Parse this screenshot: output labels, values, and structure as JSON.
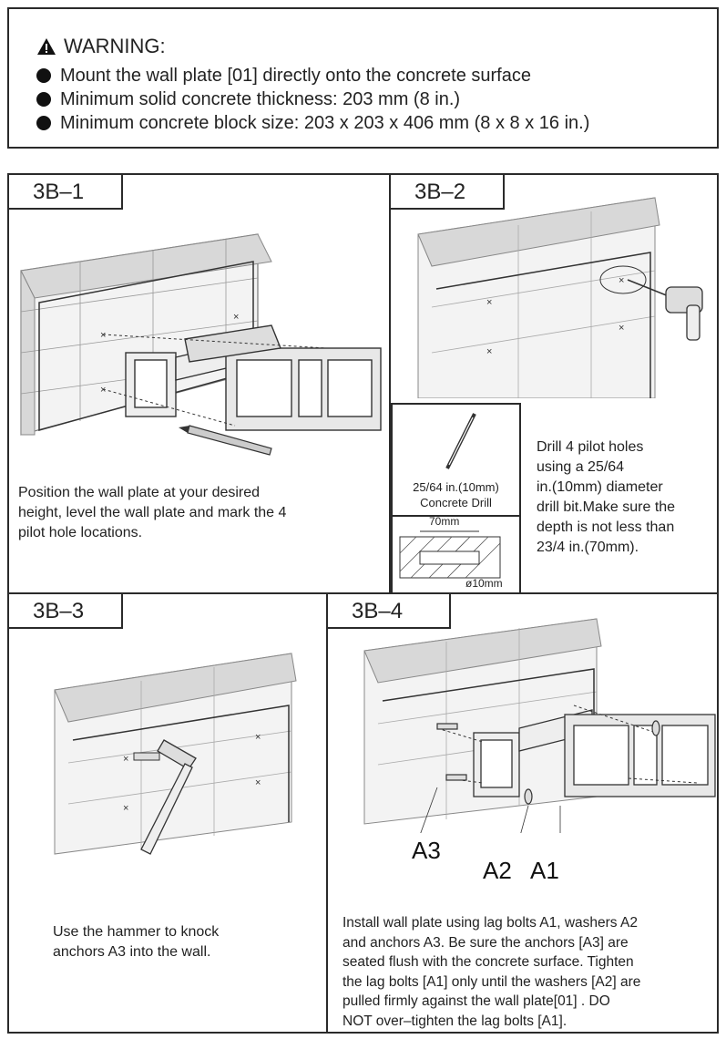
{
  "warning": {
    "title": "WARNING:",
    "items": [
      "Mount the wall plate [01] directly onto the concrete surface",
      "Minimum solid concrete thickness: 203 mm (8 in.)",
      "Minimum concrete block size: 203 x 203 x 406 mm (8 x 8 x 16 in.)"
    ]
  },
  "steps": {
    "s1": {
      "tag": "3B–1",
      "caption": [
        "Position the wall plate at your desired",
        "height, level the wall plate and mark the 4",
        "pilot hole locations."
      ]
    },
    "s2": {
      "tag": "3B–2",
      "drill_label_1": "25/64 in.(10mm)",
      "drill_label_2": "Concrete Drill",
      "depth_label": "70mm",
      "diameter_label": "ø10mm",
      "caption": [
        "Drill 4 pilot holes",
        "using a 25/64",
        "in.(10mm) diameter",
        "drill bit.Make sure the",
        "depth is not less than",
        "23/4 in.(70mm)."
      ]
    },
    "s3": {
      "tag": "3B–3",
      "caption": [
        "Use the hammer to knock",
        "anchors A3 into the wall."
      ]
    },
    "s4": {
      "tag": "3B–4",
      "labels": {
        "a3": "A3",
        "a2": "A2",
        "a1": "A1"
      },
      "caption": [
        "Install wall plate using lag bolts A1, washers A2",
        "and anchors A3. Be sure the anchors [A3] are",
        "seated flush with the concrete surface. Tighten",
        "the lag bolts [A1] only until the washers [A2] are",
        "pulled firmly against the wall plate[01] . DO",
        "NOT over–tighten the lag bolts [A1]."
      ]
    }
  },
  "icons": {
    "warning": "warning-triangle-icon",
    "bullet": "bullet-dot-icon"
  }
}
